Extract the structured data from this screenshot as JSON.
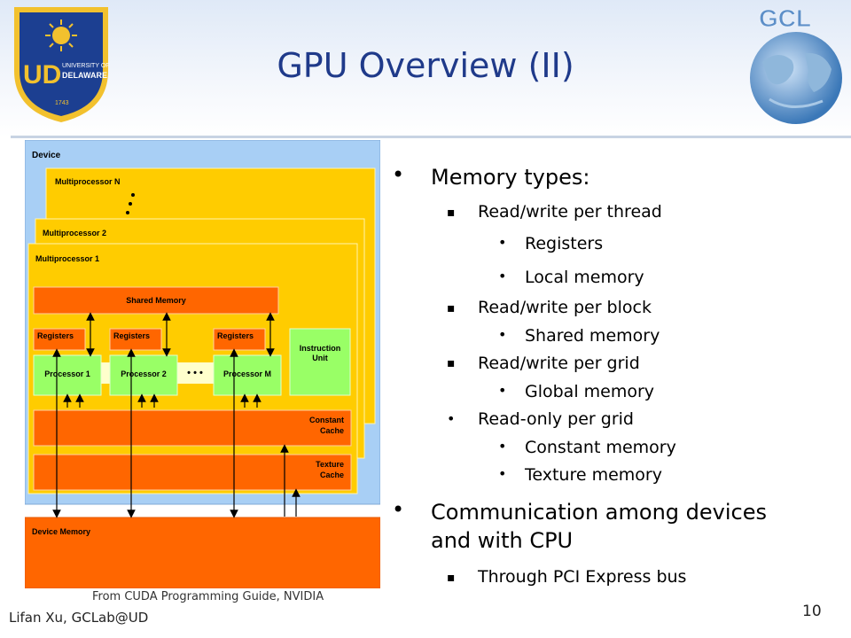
{
  "slide": {
    "title": "GPU Overview (II)",
    "caption": "From CUDA Programming Guide, NVIDIA",
    "footer": "Lifan Xu, GCLab@UD",
    "page_number": "10"
  },
  "logos": {
    "left": {
      "top": "UNIVERSITY OF",
      "main": "DELAWARE",
      "year": "1743"
    },
    "right": {
      "text": "GCL"
    }
  },
  "diagram": {
    "device": "Device",
    "mp_n": "Multiprocessor N",
    "mp_2": "Multiprocessor 2",
    "mp_1": "Multiprocessor 1",
    "shared_memory": "Shared Memory",
    "registers": "Registers",
    "processor_1": "Processor 1",
    "processor_2": "Processor 2",
    "processor_m": "Processor M",
    "dots": "• • •",
    "instruction_unit_1": "Instruction",
    "instruction_unit_2": "Unit",
    "constant_cache_1": "Constant",
    "constant_cache_2": "Cache",
    "texture_cache_1": "Texture",
    "texture_cache_2": "Cache",
    "device_memory": "Device Memory"
  },
  "bullets": {
    "memory_types": "Memory types:",
    "rw_thread": "Read/write per thread",
    "registers": "Registers",
    "local_memory": "Local memory",
    "rw_block": "Read/write per block",
    "shared_memory": "Shared memory",
    "rw_grid": "Read/write per grid",
    "global_memory": "Global memory",
    "ro_grid": "Read-only per grid",
    "constant_memory": "Constant memory",
    "texture_memory": "Texture memory",
    "communication": "Communication among devices",
    "communication_2": "and with CPU",
    "pci": "Through PCI Express bus"
  },
  "colors": {
    "title": "#1f3a8a",
    "device_bg": "#a8cff5",
    "multiprocessor": "#ffcc00",
    "orange": "#ff6600",
    "green": "#99ff66"
  },
  "icons": {
    "bullet_round": "•",
    "bullet_square": "▪"
  }
}
